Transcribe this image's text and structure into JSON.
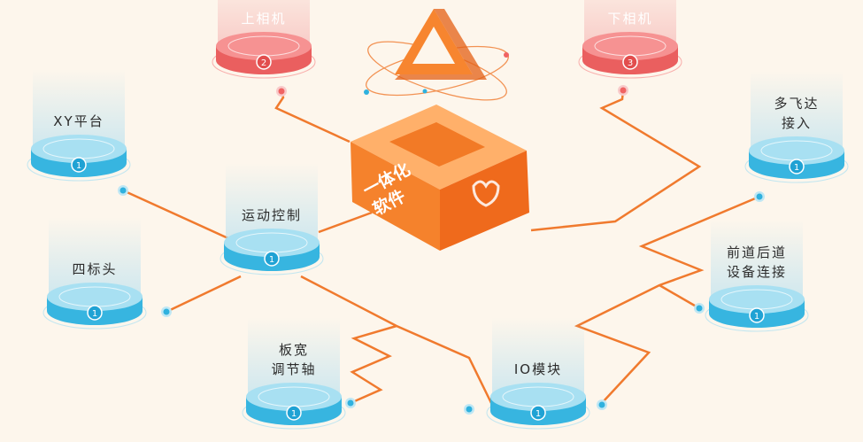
{
  "center": {
    "name": "一体化\n软件"
  },
  "nodes": [
    {
      "id": "top-camera",
      "label": "上相机",
      "count": "2",
      "theme": "red"
    },
    {
      "id": "bottom-camera",
      "label": "下相机",
      "count": "3",
      "theme": "red"
    },
    {
      "id": "xy-platform",
      "label": "XY平台",
      "count": "1",
      "theme": "blue"
    },
    {
      "id": "motion-control",
      "label": "运动控制",
      "count": "1",
      "theme": "blue"
    },
    {
      "id": "four-heads",
      "label": "四标头",
      "count": "1",
      "theme": "blue"
    },
    {
      "id": "width-axis",
      "label": "板宽\n调节轴",
      "count": "1",
      "theme": "blue"
    },
    {
      "id": "io-module",
      "label": "IO模块",
      "count": "1",
      "theme": "blue"
    },
    {
      "id": "feeder-access",
      "label": "多飞达\n接入",
      "count": "1",
      "theme": "blue"
    },
    {
      "id": "device-link",
      "label": "前道后道\n设备连接",
      "count": "1",
      "theme": "blue"
    }
  ],
  "colors": {
    "line": "#f07a2e",
    "blue": "#2fb1de",
    "red": "#f06363",
    "orange": "#f7852f"
  }
}
